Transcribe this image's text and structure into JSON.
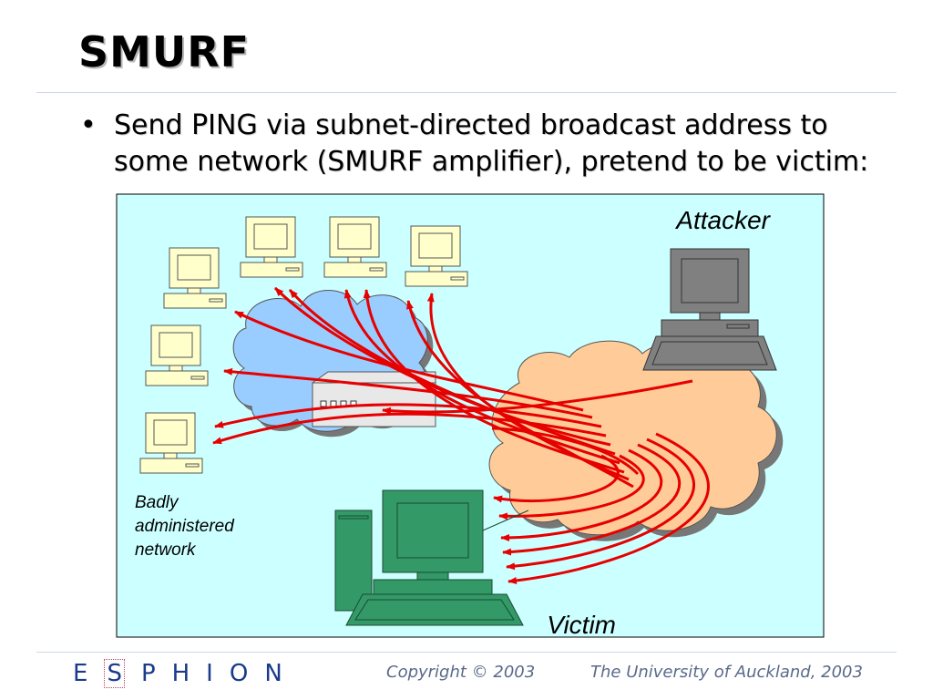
{
  "slide": {
    "title": "SMURF",
    "bullet": "Send PING via subnet-directed broadcast address to some network (SMURF amplifier), pretend to be victim:"
  },
  "diagram": {
    "labels": {
      "attacker": "Attacker",
      "victim": "Victim",
      "network_line1": "Badly",
      "network_line2": "administered",
      "network_line3": "network"
    },
    "colors": {
      "background": "#ccffff",
      "network_cloud": "#99ccff",
      "internet_cloud": "#ffcc99",
      "traffic": "#e60000",
      "host_computers": "#ffffcc",
      "attacker_computer": "#808080",
      "victim_computer": "#339966"
    }
  },
  "footer": {
    "logo_e": "E",
    "logo_s": "S",
    "logo_rest": "PHION",
    "copyright": "Copyright © 2003",
    "institution": "The University of Auckland, 2003"
  }
}
